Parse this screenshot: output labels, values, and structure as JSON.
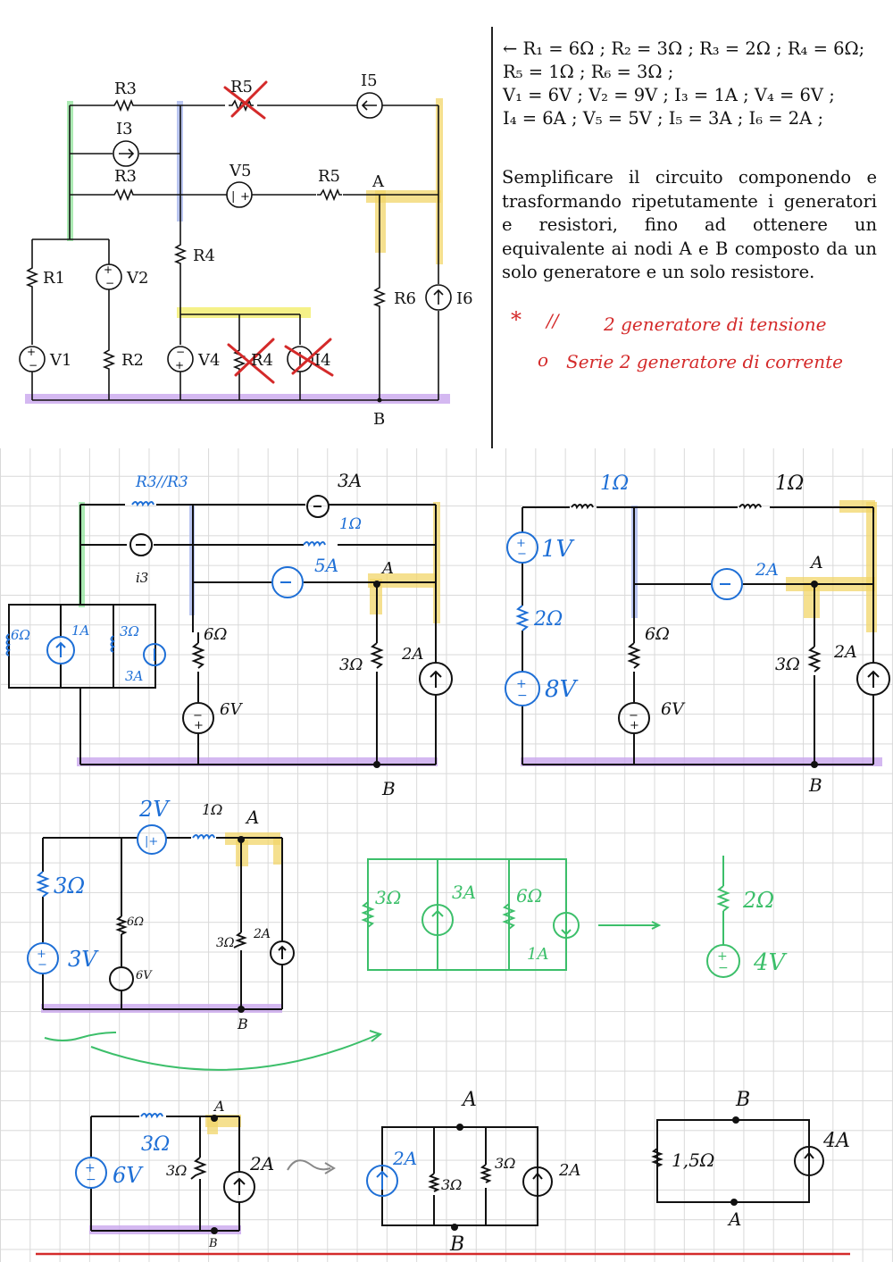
{
  "colors": {
    "ink": "#111111",
    "blue": "#1e6fd6",
    "red": "#d42a2a",
    "green": "#3cbf6a",
    "yellow": "#f2d56a",
    "purple": "#c9a6ee",
    "lavender": "#a9b8ee",
    "grid": "#d9d9d9"
  },
  "problem": {
    "params": [
      "← R₁ = 6Ω ; R₂ = 3Ω ; R₃ = 2Ω ; R₄ = 6Ω;",
      "R₅ = 1Ω ; R₆ = 3Ω ;",
      "V₁ = 6V ; V₂ = 9V ; I₃ = 1A ; V₄ = 6V ;",
      "I₄ = 6A ; V₅ = 5V ; I₅ = 3A ; I₆ = 2A ;"
    ],
    "task": "Semplificare il circuito componendo e trasformando ripetutamente i generatori e resistori, fino ad ottenere un equivalente ai nodi A e B composto da un solo generatore e un solo resistore."
  },
  "notes": {
    "line1_mark": "*",
    "line1_sym": "//",
    "line1_text": "2 generatore di tensione",
    "line2_mark": "o",
    "line2_text": "Serie 2 generatore di corrente"
  },
  "original_circuit": {
    "labels": {
      "r3_top": "R3",
      "r5_top": "R5",
      "i5": "I5",
      "i3": "I3",
      "r3_mid": "R3",
      "v5": "V5",
      "r5_mid": "R5",
      "node_a": "A",
      "r4": "R4",
      "r1": "R1",
      "v2": "V2",
      "r6": "R6",
      "i6": "I6",
      "v1": "V1",
      "r2": "R2",
      "v4": "V4",
      "r4_bottom": "R4",
      "i4": "I4",
      "node_b": "B"
    }
  },
  "step1": {
    "labels": {
      "r3par": "R3//R3",
      "i5val": "3A",
      "r5val": "1Ω",
      "v5i": "5A",
      "node_a": "A",
      "i3": "i3",
      "r1": "6Ω",
      "i1": "1A",
      "r2": "3Ω",
      "i2": "3A",
      "r4": "6Ω",
      "v4": "6V",
      "r6": "3Ω",
      "i6": "2A",
      "node_b": "B"
    }
  },
  "step2": {
    "labels": {
      "r_top1": "1Ω",
      "r_top2": "1Ω",
      "v1": "1V",
      "r2": "2Ω",
      "v2": "8V",
      "i_mid": "2A",
      "node_a": "A",
      "r4": "6Ω",
      "v4": "6V",
      "r6": "3Ω",
      "i6": "2A",
      "node_b": "B"
    }
  },
  "step3": {
    "labels": {
      "v_top": "2V",
      "r_top": "1Ω",
      "node_a": "A",
      "r_left": "3Ω",
      "v_left": "3V",
      "r_mid": "6Ω",
      "v_mid": "6V",
      "r6": "3Ω",
      "i6": "2A",
      "node_b": "B"
    }
  },
  "green_box": {
    "labels": {
      "r1": "3Ω",
      "i1": "3A",
      "r2": "6Ω",
      "i2": "1A",
      "r_eq": "2Ω",
      "v_eq": "4V"
    }
  },
  "step4": {
    "labels": {
      "node_a": "A",
      "r_top": "3Ω",
      "v": "6V",
      "r6": "3Ω",
      "i6": "2A",
      "node_b": "B"
    }
  },
  "step5": {
    "labels": {
      "node_a": "A",
      "i1": "2A",
      "r1": "3Ω",
      "r2": "3Ω",
      "i2": "2A",
      "node_b": "B"
    }
  },
  "step6": {
    "labels": {
      "node_b": "B",
      "r": "1,5Ω",
      "i": "4A",
      "node_a": "A"
    }
  }
}
